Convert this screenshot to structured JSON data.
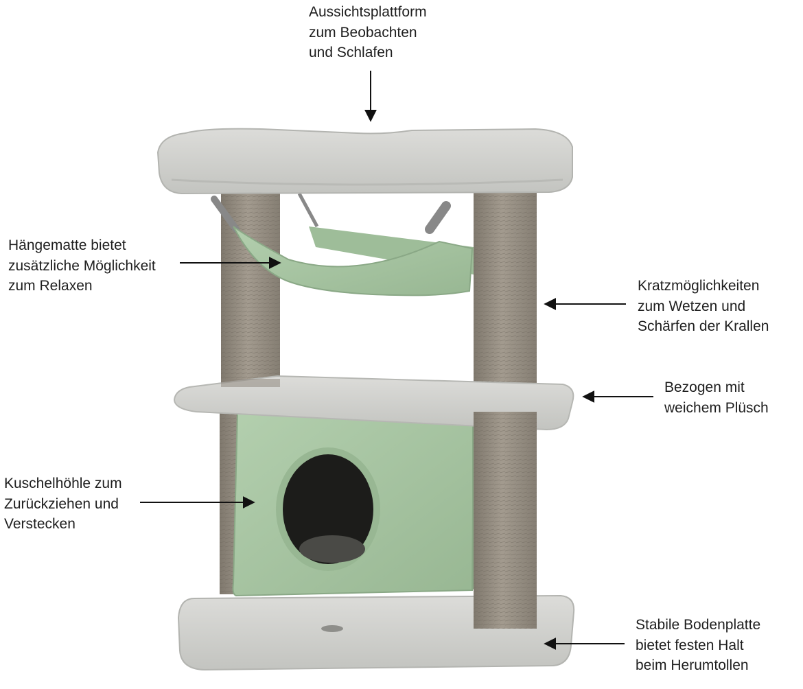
{
  "colors": {
    "plush_grey": "#d2d3d0",
    "plush_grey_dark": "#b9bab6",
    "sisal_post": "#9a9286",
    "sage_green": "#a9c6a4",
    "sage_green_dark": "#8fae8a",
    "cave_opening": "#1c1c1a",
    "arrow": "#111111",
    "text": "#1e1e1e"
  },
  "labels": {
    "top_platform": {
      "lines": [
        "Aussichtsplattform",
        "zum Beobachten",
        "und Schlafen"
      ]
    },
    "hammock": {
      "lines": [
        "Hängematte bietet",
        "zusätzliche Möglichkeit",
        "zum Relaxen"
      ]
    },
    "scratching": {
      "lines": [
        "Kratzmöglichkeiten",
        "zum Wetzen und",
        "Schärfen der Krallen"
      ]
    },
    "plush": {
      "lines": [
        "Bezogen mit",
        "weichem Plüsch"
      ]
    },
    "cave": {
      "lines": [
        "Kuschelhöhle zum",
        "Zurückziehen und",
        "Verstecken"
      ]
    },
    "base": {
      "lines": [
        "Stabile Bodenplatte",
        "bietet festen Halt",
        "beim Herumtollen"
      ]
    }
  }
}
